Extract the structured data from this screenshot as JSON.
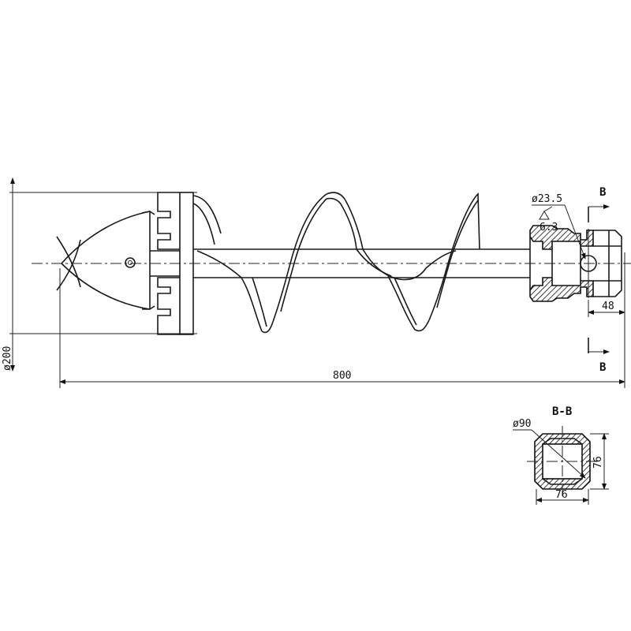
{
  "labels": {
    "overall_length": "800",
    "outer_diameter": "ø200",
    "hole_diameter": "ø23.5",
    "surface_finish": "6.3",
    "end_length": "48",
    "section_mark_top": "B",
    "section_mark_bottom": "B",
    "section_title": "B-B",
    "section_diameter": "ø90",
    "section_width": "76",
    "section_height": "76"
  }
}
